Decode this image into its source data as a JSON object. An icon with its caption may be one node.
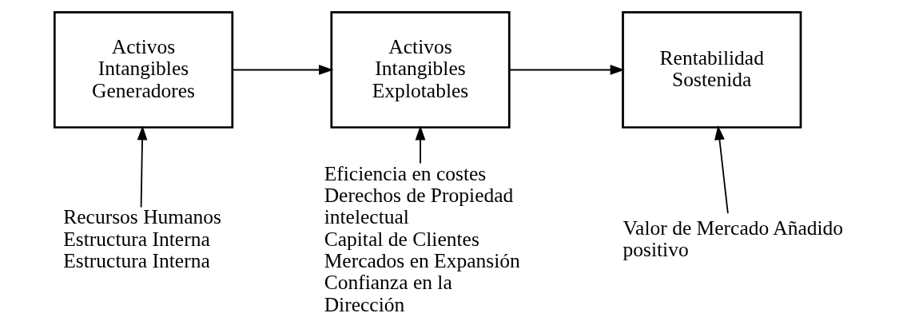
{
  "diagram": {
    "nodes": [
      {
        "text": [
          "Activos Intangibles Generadores"
        ]
      },
      {
        "text": [
          "Activos Intangibles Explotables"
        ]
      },
      {
        "text": [
          "Rentabilidad Sostenida"
        ]
      },
      {
        "text": [
          "Recursos Humanos",
          "Estructura Interna",
          "Estructura Interna"
        ]
      },
      {
        "text": [
          "Eficiencia en costes",
          "Derechos de Propiedad intelectual",
          "Capital de Clientes",
          "Mercados en Expansión",
          "Confianza en la Dirección"
        ]
      },
      {
        "text": [
          "Valor de Mercado Añadido positivo"
        ]
      }
    ],
    "edges": [
      {
        "from": 0,
        "to": 1,
        "arrow": "to"
      },
      {
        "from": 1,
        "to": 2,
        "arrow": "to"
      },
      {
        "from": 3,
        "to": 0,
        "arrow": "to"
      },
      {
        "from": 4,
        "to": 1,
        "arrow": "to"
      },
      {
        "from": 5,
        "to": 2,
        "arrow": "to"
      }
    ]
  }
}
